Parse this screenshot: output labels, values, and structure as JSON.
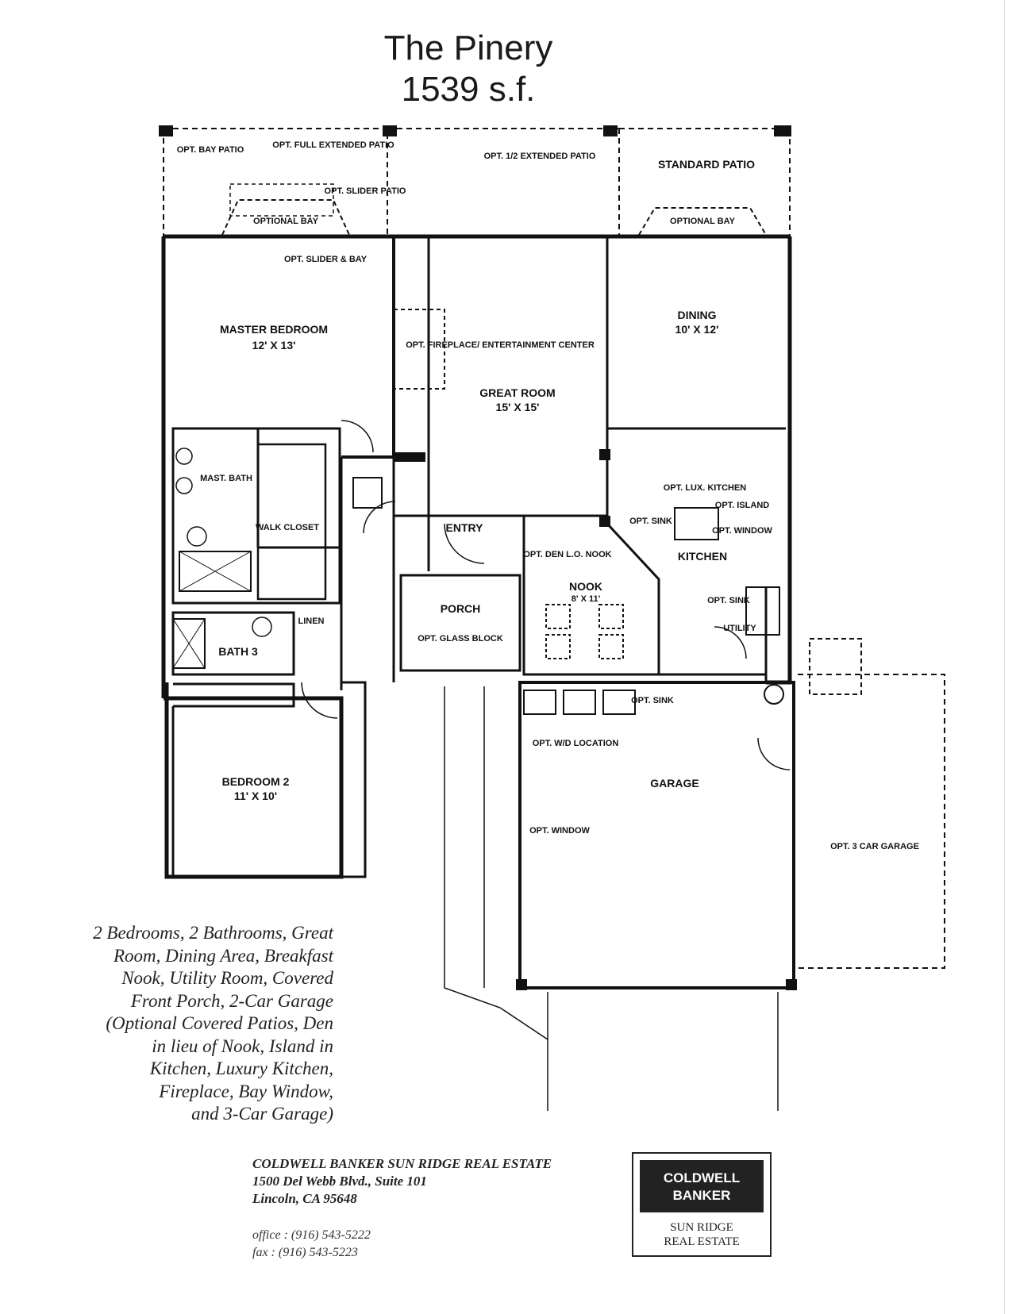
{
  "title": "The Pinery",
  "size": "1539 s.f.",
  "rooms": {
    "opt_bay_patio": "OPT. BAY PATIO",
    "opt_full_extended_patio": "OPT. FULL EXTENDED PATIO",
    "opt_slider_patio": "OPT. SLIDER PATIO",
    "optional_bay": "OPTIONAL BAY",
    "opt_half_extended_patio": "OPT. 1/2 EXTENDED PATIO",
    "standard_patio": "STANDARD PATIO",
    "optional_bay_2": "OPTIONAL BAY",
    "opt_slider_bay": "OPT. SLIDER & BAY",
    "master_bedroom": "MASTER BEDROOM",
    "master_bedroom_dim": "12' X 13'",
    "opt_fireplace": "OPT. FIREPLACE/ ENTERTAINMENT CENTER",
    "great_room": "GREAT ROOM",
    "great_room_dim": "15' X 15'",
    "dining": "DINING",
    "dining_dim": "10' X 12'",
    "mast_bath": "MAST. BATH",
    "walk_closet": "WALK CLOSET",
    "opt_lux_kitchen": "OPT. LUX. KITCHEN",
    "opt_island": "OPT. ISLAND",
    "opt_window": "OPT. WINDOW",
    "opt_sink": "OPT. SINK",
    "kitchen": "KITCHEN",
    "entry": "ENTRY",
    "opt_den": "OPT. DEN L.O. NOOK",
    "nook": "NOOK",
    "nook_dim": "8' X 11'",
    "porch": "PORCH",
    "opt_glass_block": "OPT. GLASS BLOCK",
    "opt_sink_2": "OPT. SINK",
    "utility": "UTILITY",
    "bath_3": "BATH 3",
    "linen": "LINEN",
    "opt_sink_3": "OPT. SINK",
    "opt_wd_location": "OPT. W/D LOCATION",
    "garage": "GARAGE",
    "opt_window_2": "OPT. WINDOW",
    "bedroom_2": "BEDROOM 2",
    "bedroom_2_dim": "11' X 10'",
    "opt_3_car_garage": "OPT. 3 CAR GARAGE"
  },
  "description": [
    "2 Bedrooms, 2 Bathrooms, Great",
    "Room, Dining Area, Breakfast",
    "Nook, Utility Room, Covered",
    "Front Porch, 2-Car Garage",
    "(Optional Covered Patios, Den",
    "in lieu of Nook, Island in",
    "Kitchen, Luxury Kitchen,",
    "Fireplace, Bay Window,",
    "and 3-Car Garage)"
  ],
  "agency": {
    "name": "COLDWELL BANKER SUN RIDGE REAL ESTATE",
    "address1": "1500 Del Webb Blvd., Suite 101",
    "address2": "Lincoln, CA 95648",
    "office": "office : (916) 543-5222",
    "fax": "fax : (916) 543-5223"
  },
  "logo": {
    "line1": "COLDWELL",
    "line2": "BANKER",
    "sub1": "SUN RIDGE",
    "sub2": "REAL ESTATE"
  }
}
